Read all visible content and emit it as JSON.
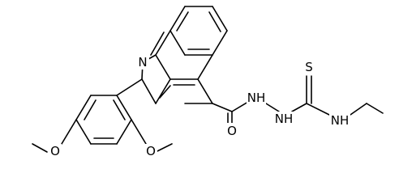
{
  "molecule": {
    "atoms": {
      "ring_n": "N",
      "carbonyl_o": "O",
      "hydrazide_nh": "NH",
      "hydrazine_nh": "NH",
      "thione_s": "S",
      "ethyl_nh": "NH",
      "ortho_methoxy_o": "O",
      "para_methoxy_o": "O"
    }
  }
}
